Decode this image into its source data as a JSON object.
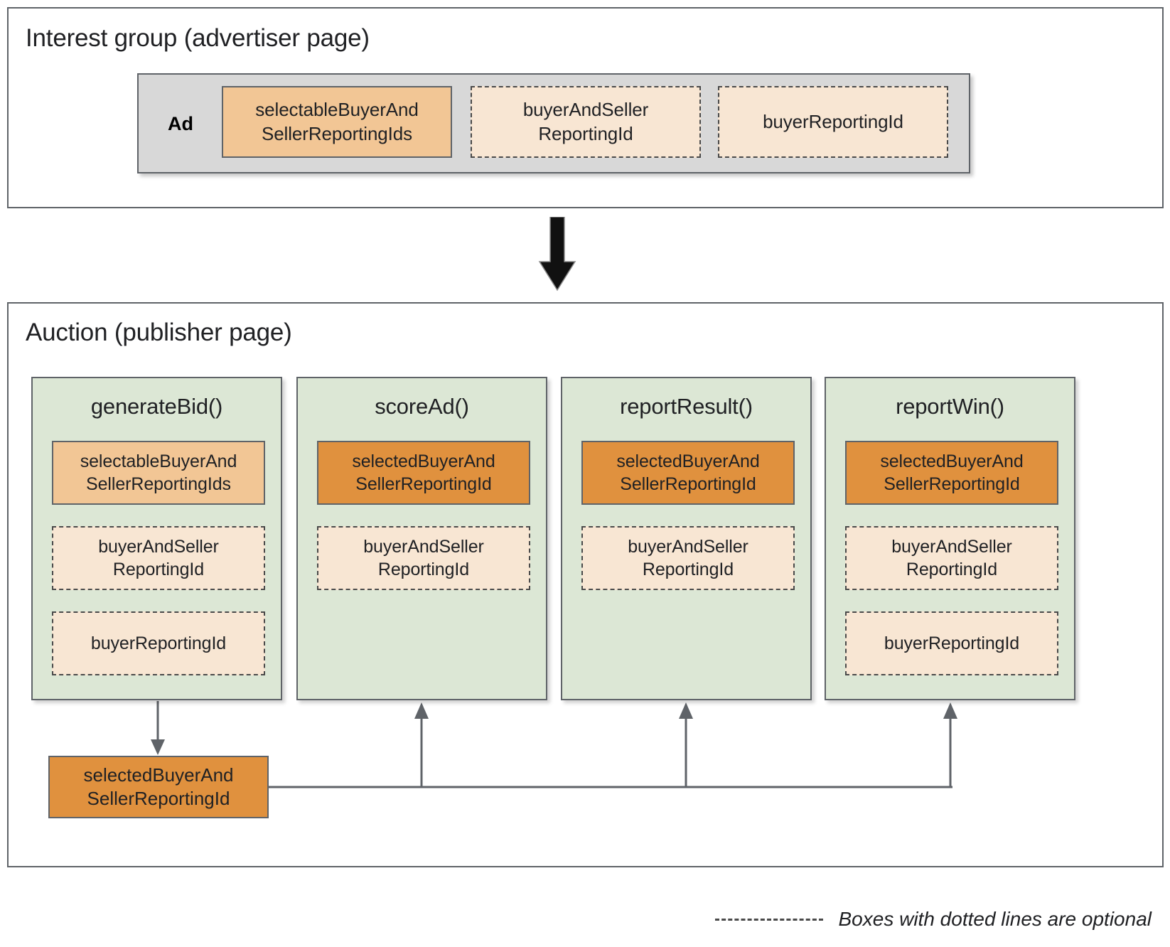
{
  "sections": {
    "interest_group": {
      "title": "Interest group (advertiser page)",
      "ad_label": "Ad",
      "ad_boxes": [
        {
          "label": "selectableBuyerAnd\nSellerReportingIds",
          "style": "solid-mid",
          "optional": false
        },
        {
          "label": "buyerAndSeller\nReportingId",
          "style": "dashed-pale",
          "optional": true
        },
        {
          "label": "buyerReportingId",
          "style": "dashed-pale",
          "optional": true
        }
      ]
    },
    "auction": {
      "title": "Auction (publisher page)",
      "columns": [
        {
          "name": "generateBid()",
          "boxes": [
            {
              "label": "selectableBuyerAnd\nSellerReportingIds",
              "style": "solid-mid",
              "optional": false
            },
            {
              "label": "buyerAndSeller\nReportingId",
              "style": "dashed-pale",
              "optional": true
            },
            {
              "label": "buyerReportingId",
              "style": "dashed-pale",
              "optional": true
            }
          ]
        },
        {
          "name": "scoreAd()",
          "boxes": [
            {
              "label": "selectedBuyerAnd\nSellerReportingId",
              "style": "solid-dark",
              "optional": false
            },
            {
              "label": "buyerAndSeller\nReportingId",
              "style": "dashed-pale",
              "optional": true
            }
          ]
        },
        {
          "name": "reportResult()",
          "boxes": [
            {
              "label": "selectedBuyerAnd\nSellerReportingId",
              "style": "solid-dark",
              "optional": false
            },
            {
              "label": "buyerAndSeller\nReportingId",
              "style": "dashed-pale",
              "optional": true
            }
          ]
        },
        {
          "name": "reportWin()",
          "boxes": [
            {
              "label": "selectedBuyerAnd\nSellerReportingId",
              "style": "solid-dark",
              "optional": false
            },
            {
              "label": "buyerAndSeller\nReportingId",
              "style": "dashed-pale",
              "optional": true
            },
            {
              "label": "buyerReportingId",
              "style": "dashed-pale",
              "optional": true
            }
          ]
        }
      ],
      "output_box": {
        "label": "selectedBuyerAnd\nSellerReportingId",
        "style": "solid-dark"
      }
    }
  },
  "flow_arrow_icon": "down-block-arrow-icon",
  "legend": {
    "dash_sample": "dashed-line-sample",
    "text": "Boxes with dotted lines are optional"
  },
  "colors": {
    "frame_border": "#5f6368",
    "ad_container_fill": "#d8d8d8",
    "panel_fill": "#dce7d5",
    "solid_mid_fill": "#f2c695",
    "solid_dark_fill": "#e0913e",
    "dashed_pale_fill": "#f8e6d3",
    "connector": "#5f6368",
    "arrow_black": "#111111"
  }
}
